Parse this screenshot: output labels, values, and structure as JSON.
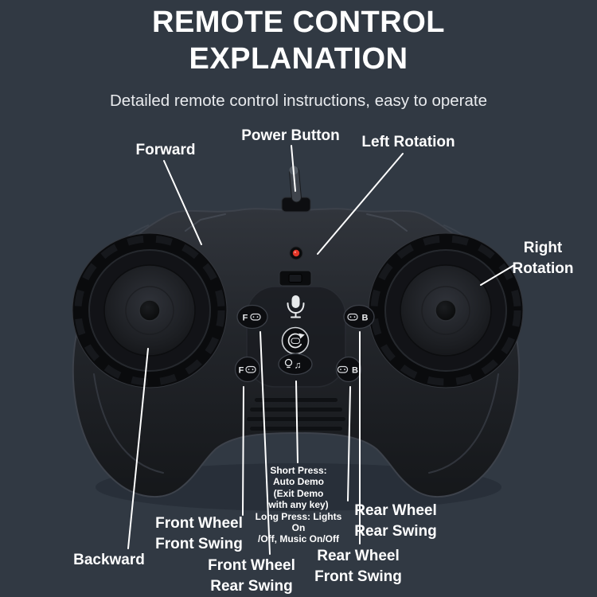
{
  "colors": {
    "background": "#313943",
    "label_text": "#ffffff",
    "callout_line": "#ffffff",
    "led": "#e03528",
    "controller_body": "#1c1f24"
  },
  "header": {
    "title": "REMOTE CONTROL\nEXPLANATION",
    "subtitle": "Detailed remote control instructions, easy to operate"
  },
  "callouts": {
    "forward": "Forward",
    "power_button": "Power Button",
    "left_rotation": "Left Rotation",
    "right_rotation": "Right\nRotation",
    "backward": "Backward",
    "front_wheel_front_swing": "Front Wheel\nFront Swing",
    "front_wheel_rear_swing": "Front Wheel\nRear Swing",
    "rear_wheel_front_swing": "Rear Wheel\nFront Swing",
    "rear_wheel_rear_swing": "Rear Wheel\nRear Swing",
    "center_note": "Short Press:\nAuto Demo\n(Exit Demo\nwith any key)\nLong Press: Lights On\n/Off, Music On/Off"
  },
  "controller_buttons": {
    "upper_left": "F",
    "upper_right": "B",
    "lower_left": "F",
    "lower_right": "B"
  },
  "icons": {
    "music_note": "♫"
  }
}
